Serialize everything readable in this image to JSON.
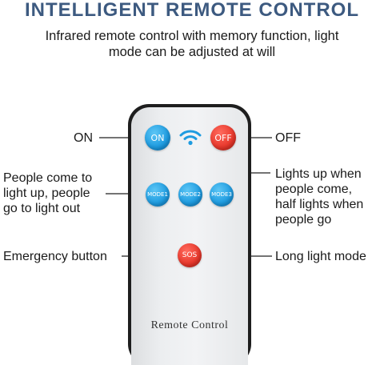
{
  "title": "INTELLIGENT REMOTE CONTROL",
  "subtitle_line1": "Infrared remote control with memory function, light",
  "subtitle_line2": "mode can be adjusted at will",
  "buttons": {
    "on": "ON",
    "off": "OFF",
    "mode1": "MODE1",
    "mode2": "MODE2",
    "mode3": "MODE3",
    "sos": "SOS"
  },
  "remote_brand": "Remote Control",
  "labels": {
    "on": "ON",
    "off": "OFF",
    "mode1": [
      "People come to",
      "light up, people",
      "go to light out"
    ],
    "mode2": [
      "Lights up when",
      "people come,",
      "half lights when",
      "people go"
    ],
    "emergency": "Emergency button",
    "long_light": "Long light mode"
  },
  "colors": {
    "title": "#3d5a80",
    "blue_button": "#1e9be0",
    "red_button": "#e8382c",
    "wifi_icon": "#1e9be0"
  },
  "icons": {
    "wifi": "wifi-icon"
  }
}
